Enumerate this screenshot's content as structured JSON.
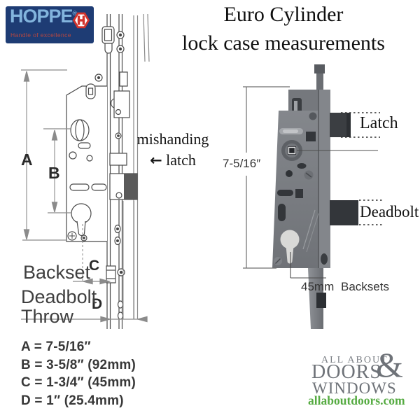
{
  "brand": {
    "name": "HOPPE",
    "registered_mark": "®",
    "tagline": "Handle of excellence",
    "colors": {
      "background": "#1e3c74",
      "text": "#82b4dd",
      "accent": "#d2342c"
    }
  },
  "title": {
    "line1": "Euro Cylinder",
    "line2": "lock case measurements"
  },
  "drawing": {
    "dim_a": "A",
    "dim_b": "B",
    "dim_c": "C",
    "dim_d": "D",
    "backset": "Backset",
    "deadbolt_throw_line1": "Deadbolt",
    "deadbolt_throw_line2": "Throw",
    "mishandling_line1": "mishanding",
    "mishandling_line2": "latch",
    "arrow_glyph": "←"
  },
  "legend": {
    "items": [
      "A = 7-5/16″",
      "B = 3-5/8″ (92mm)",
      "C = 1-3/4″ (45mm)",
      "D = 1″ (25.4mm)"
    ]
  },
  "photo": {
    "height_label": "7-5/16″",
    "latch_label": "Latch",
    "deadbolt_label": "Deadbolt",
    "backset_value": "45mm",
    "backsets_label": "Backsets"
  },
  "footer_logo": {
    "line1": "ALL ABOUT",
    "ampersand": "&",
    "line2": "DOORS",
    "line3": "WINDOWS",
    "url": "allaboutdoors.com",
    "url_color": "#56ab42"
  }
}
